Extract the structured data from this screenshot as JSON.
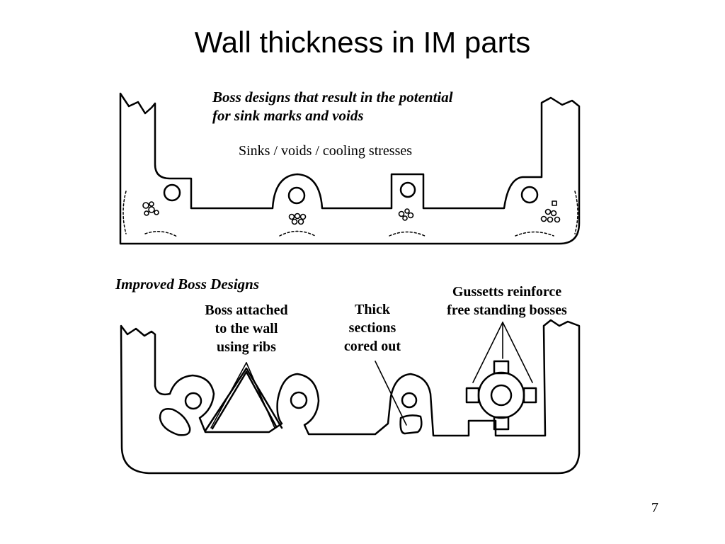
{
  "slide": {
    "title": "Wall thickness in IM parts",
    "page_number": "7"
  },
  "top_figure": {
    "caption_line1": "Boss designs that result in the potential",
    "caption_line2": "for sink marks and voids",
    "sub_caption": "Sinks / voids / cooling stresses"
  },
  "bottom_figure": {
    "heading": "Improved Boss Designs",
    "ribs_label": [
      "Boss attached",
      "to the wall",
      "using ribs"
    ],
    "cored_label": [
      "Thick",
      "sections",
      "cored out"
    ],
    "gussets_label": [
      "Gussetts reinforce",
      "free standing bosses"
    ]
  }
}
